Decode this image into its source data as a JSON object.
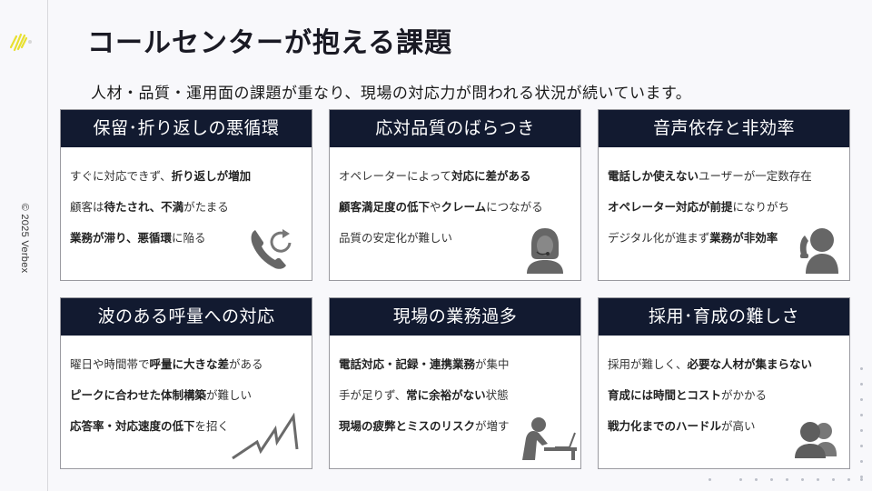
{
  "sidebar": {
    "logo": "verbex-logo",
    "copyright": "© 2025 Verbex"
  },
  "header": {
    "title": "コールセンターが抱える課題",
    "subtitle": "人材・品質・運用面の課題が重なり、現場の対応力が問われる状況が続いています。"
  },
  "colors": {
    "card_header_bg": "#121a30",
    "icon_gray": "#666666",
    "logo_yellow": "#e8e030"
  },
  "cards": [
    {
      "title": "保留･折り返しの悪循環",
      "icon": "phone-callback-icon",
      "lines": [
        [
          {
            "t": "すぐに対応できず、",
            "b": false
          },
          {
            "t": "折り返しが増加",
            "b": true
          }
        ],
        [
          {
            "t": "顧客は",
            "b": false
          },
          {
            "t": "待たされ、不満",
            "b": true
          },
          {
            "t": "がたまる",
            "b": false
          }
        ],
        [
          {
            "t": "業務が滞り、悪循環",
            "b": true
          },
          {
            "t": "に陥る",
            "b": false
          }
        ]
      ]
    },
    {
      "title": "応対品質のばらつき",
      "icon": "operator-headset-icon",
      "lines": [
        [
          {
            "t": "オペレーターによって",
            "b": false
          },
          {
            "t": "対応に差がある",
            "b": true
          }
        ],
        [
          {
            "t": "顧客満足度の低下",
            "b": true
          },
          {
            "t": "や",
            "b": false
          },
          {
            "t": "クレーム",
            "b": true
          },
          {
            "t": "につながる",
            "b": false
          }
        ],
        [
          {
            "t": "品質の安定化が難しい",
            "b": false
          }
        ]
      ]
    },
    {
      "title": "音声依存と非効率",
      "icon": "person-on-phone-icon",
      "lines": [
        [
          {
            "t": "電話しか使えない",
            "b": true
          },
          {
            "t": "ユーザーが一定数存在",
            "b": false
          }
        ],
        [
          {
            "t": "オペレーター対応が前提",
            "b": true
          },
          {
            "t": "になりがち",
            "b": false
          }
        ],
        [
          {
            "t": "デジタル化が進まず",
            "b": false
          },
          {
            "t": "業務が非効率",
            "b": true
          }
        ]
      ]
    },
    {
      "title": "波のある呼量への対応",
      "icon": "zigzag-chart-icon",
      "lines": [
        [
          {
            "t": "曜日や時間帯で",
            "b": false
          },
          {
            "t": "呼量に大きな差",
            "b": true
          },
          {
            "t": "がある",
            "b": false
          }
        ],
        [
          {
            "t": "ピークに合わせた体制構築",
            "b": true
          },
          {
            "t": "が難しい",
            "b": false
          }
        ],
        [
          {
            "t": "応答率・対応速度の低下",
            "b": true
          },
          {
            "t": "を招く",
            "b": false
          }
        ]
      ]
    },
    {
      "title": "現場の業務過多",
      "icon": "exhausted-worker-icon",
      "lines": [
        [
          {
            "t": "電話対応・記録・連携業務",
            "b": true
          },
          {
            "t": "が集中",
            "b": false
          }
        ],
        [
          {
            "t": "手が足りず、",
            "b": false
          },
          {
            "t": "常に余裕がない",
            "b": true
          },
          {
            "t": "状態",
            "b": false
          }
        ],
        [
          {
            "t": "現場の疲弊とミスのリスク",
            "b": true
          },
          {
            "t": "が増す",
            "b": false
          }
        ]
      ]
    },
    {
      "title": "採用･育成の難しさ",
      "icon": "users-group-icon",
      "lines": [
        [
          {
            "t": "採用が難しく、",
            "b": false
          },
          {
            "t": "必要な人材が集まらない",
            "b": true
          }
        ],
        [
          {
            "t": "育成には時間とコスト",
            "b": true
          },
          {
            "t": "がかかる",
            "b": false
          }
        ],
        [
          {
            "t": "戦力化までのハードル",
            "b": true
          },
          {
            "t": "が高い",
            "b": false
          }
        ]
      ]
    }
  ]
}
